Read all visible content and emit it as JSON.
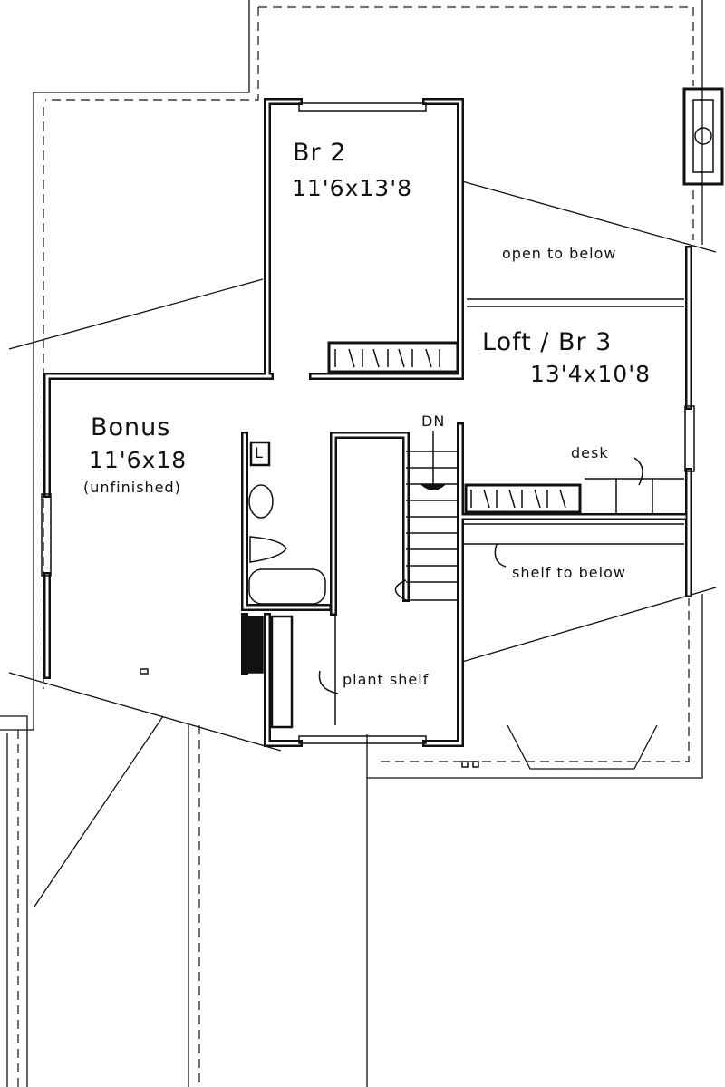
{
  "rooms": {
    "br2": {
      "name": "Br 2",
      "size": "11'6x13'8"
    },
    "loft": {
      "name": "Loft / Br 3",
      "size": "13'4x10'8"
    },
    "bonus": {
      "name": "Bonus",
      "size": "11'6x18",
      "note": "(unfinished)"
    }
  },
  "annotations": {
    "open_to_below": "open to below",
    "dn": "DN",
    "desk": "desk",
    "shelf_to_below": "shelf to below",
    "plant_shelf": "plant shelf",
    "laundry": "L"
  },
  "colors": {
    "line": "#111111",
    "background": "#ffffff"
  }
}
